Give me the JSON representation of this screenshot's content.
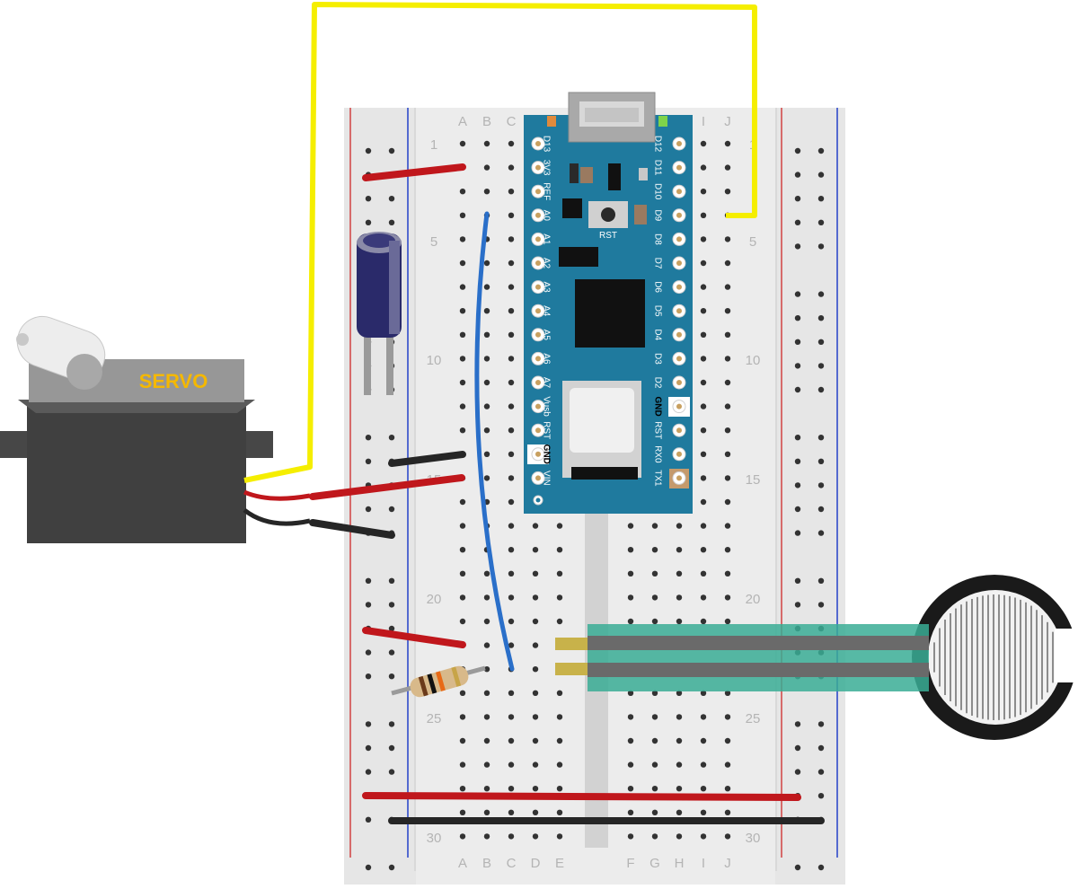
{
  "breadboard": {
    "columns_left": [
      "A",
      "B",
      "C",
      "D",
      "E"
    ],
    "columns_right": [
      "F",
      "G",
      "H",
      "I",
      "J"
    ],
    "row_numbers": [
      "1",
      "5",
      "10",
      "15",
      "20",
      "25",
      "30"
    ]
  },
  "arduino": {
    "left_pins": [
      "D13",
      "3V3",
      "REF",
      "A0",
      "A1",
      "A2",
      "A3",
      "A4",
      "A5",
      "A6",
      "A7",
      "Vusb",
      "RST",
      "GND",
      "VIN"
    ],
    "right_pins": [
      "D12",
      "D11",
      "D10",
      "D9",
      "D8",
      "D7",
      "D6",
      "D5",
      "D4",
      "D3",
      "D2",
      "GND",
      "RST",
      "RX0",
      "TX1"
    ],
    "reset_label": "RST"
  },
  "servo": {
    "label": "SERVO"
  },
  "colors": {
    "wire_yellow": "#f5ee00",
    "wire_red": "#c0171c",
    "wire_black": "#262626",
    "wire_blue": "#2a6fc9",
    "arduino_blue": "#1f7a9e",
    "fsr_teal": "#3aad95",
    "servo_label": "#f5b800"
  }
}
